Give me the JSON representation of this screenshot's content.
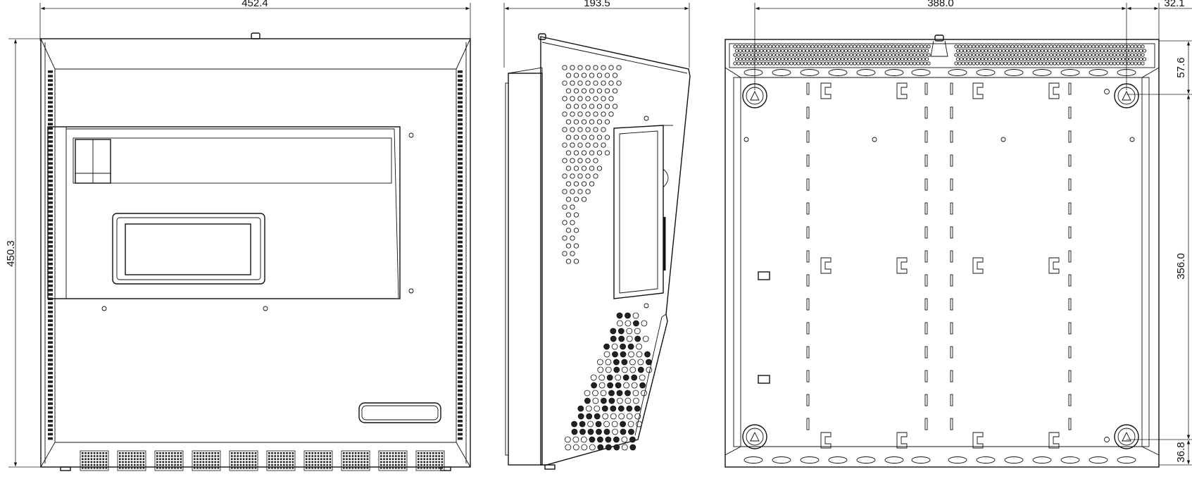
{
  "drawing": {
    "front_view": {
      "width_dimension": "452.4",
      "height_dimension": "450.3"
    },
    "side_view": {
      "depth_dimension": "193.5"
    },
    "rear_view": {
      "hole_spacing_horizontal": "388.0",
      "hole_offset_horizontal": "32.1",
      "hole_offset_top": "57.6",
      "hole_spacing_vertical": "356.0",
      "hole_offset_bottom": "36.8"
    }
  }
}
